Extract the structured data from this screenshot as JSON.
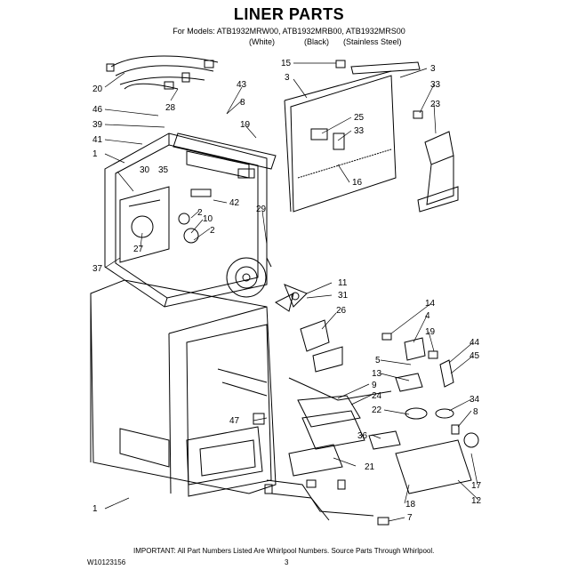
{
  "header": {
    "title": "LINER PARTS",
    "models": "For Models: ATB1932MRW00, ATB1932MRB00, ATB1932MRS00",
    "colors": [
      "(White)",
      "(Black)",
      "(Stainless Steel)"
    ]
  },
  "callouts": [
    "20",
    "28",
    "43",
    "46",
    "8",
    "39",
    "19",
    "41",
    "1",
    "30",
    "35",
    "42",
    "2",
    "10",
    "2",
    "29",
    "27",
    "37",
    "15",
    "3",
    "3",
    "33",
    "23",
    "25",
    "33",
    "16",
    "11",
    "31",
    "26",
    "14",
    "4",
    "19",
    "44",
    "5",
    "45",
    "13",
    "9",
    "24",
    "34",
    "47",
    "22",
    "8",
    "36",
    "21",
    "1",
    "17",
    "18",
    "12",
    "7"
  ],
  "footer": {
    "important": "IMPORTANT: All Part Numbers Listed Are Whirlpool Numbers. Source Parts Through Whirlpool.",
    "part_number": "W10123156",
    "page_number": "3"
  }
}
